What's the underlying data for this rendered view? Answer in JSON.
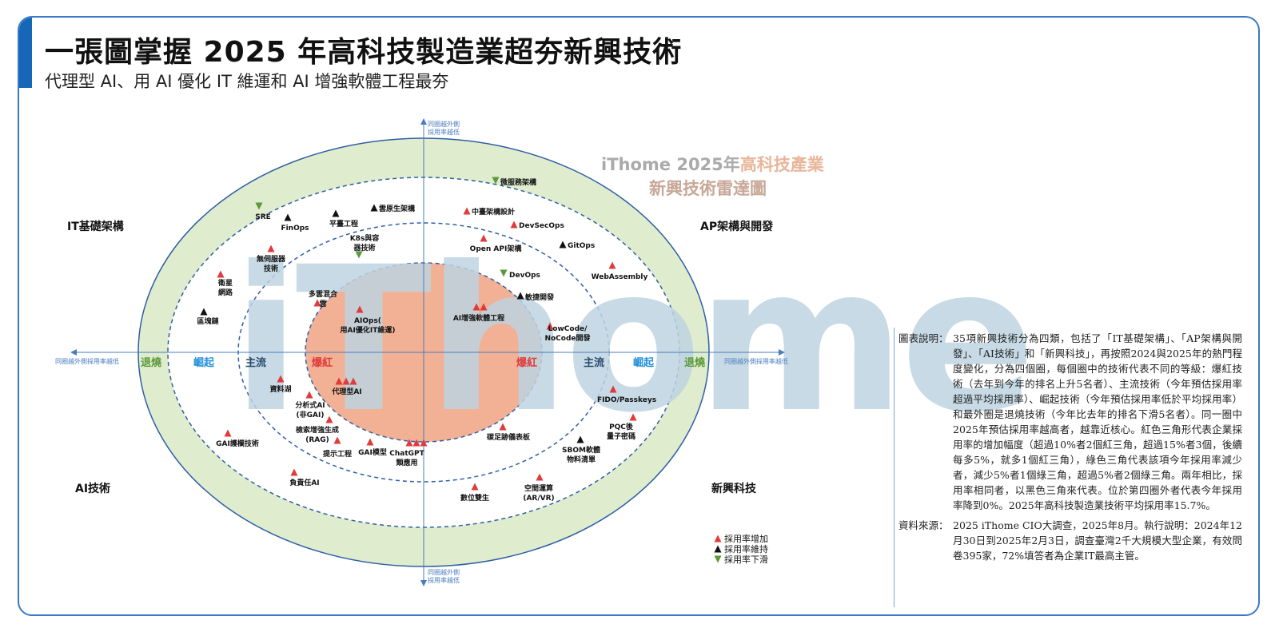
{
  "title": "一張圖掌握 2025 年高科技製造業超夯新興技術",
  "subtitle": "代理型 AI、用 AI 優化 IT 維運和 AI 增強軟體工程最夯",
  "radar": {
    "header_line1_a": "iThome 2025年",
    "header_line1_b": "高科技產業",
    "header_line2": "新興技術雷達圖",
    "watermark": "iThome",
    "quadrants": [
      "IT基礎架構",
      "AP架構與開發",
      "AI技術",
      "新興科技"
    ],
    "rings_left": [
      "退燒",
      "崛起",
      "主流",
      "爆紅"
    ],
    "rings_right": [
      "爆紅",
      "主流",
      "崛起",
      "退燒"
    ],
    "axis_top": [
      "同圈越外側",
      "採用率越低"
    ],
    "axis_bottom": [
      "同圈越外側",
      "採用率越低"
    ],
    "axis_left": "同圈越外側採用率越低",
    "axis_right": "同圈越外側採用率越低",
    "colors": {
      "up": "#e03a3a",
      "hold": "#111111",
      "down": "#5a9a3a",
      "core": "#f2b095",
      "outer_band": "#dfeccd",
      "watermark": "#c6d9e4"
    },
    "items": [
      {
        "name": "SRE",
        "trend": "down",
        "count": 1
      },
      {
        "name": "FinOps",
        "trend": "hold",
        "count": 1
      },
      {
        "name": "平臺工程",
        "trend": "hold",
        "count": 1
      },
      {
        "name": "雲原生架構",
        "trend": "hold",
        "count": 1
      },
      {
        "name": "K8s與容器技術",
        "trend": "down",
        "count": 1
      },
      {
        "name": "無伺服器技術",
        "trend": "up",
        "count": 1
      },
      {
        "name": "衛星網路",
        "trend": "up",
        "count": 1
      },
      {
        "name": "區塊鏈",
        "trend": "hold",
        "count": 1
      },
      {
        "name": "多雲混合雲",
        "trend": "up",
        "count": 1
      },
      {
        "name": "AIOps(用AI優化IT維運)",
        "trend": "up",
        "count": 1
      },
      {
        "name": "微服務架構",
        "trend": "down",
        "count": 1
      },
      {
        "name": "中臺架構設計",
        "trend": "up",
        "count": 1
      },
      {
        "name": "DevSecOps",
        "trend": "up",
        "count": 1
      },
      {
        "name": "GitOps",
        "trend": "hold",
        "count": 1
      },
      {
        "name": "Open API架構",
        "trend": "up",
        "count": 1
      },
      {
        "name": "DevOps",
        "trend": "down",
        "count": 1
      },
      {
        "name": "敏捷開發",
        "trend": "hold",
        "count": 1
      },
      {
        "name": "AI增強軟體工程",
        "trend": "up",
        "count": 2
      },
      {
        "name": "WebAssembly",
        "trend": "up",
        "count": 1
      },
      {
        "name": "LowCode/NoCode開發",
        "trend": "up",
        "count": 1
      },
      {
        "name": "資料湖",
        "trend": "up",
        "count": 1
      },
      {
        "name": "代理型AI",
        "trend": "up",
        "count": 3
      },
      {
        "name": "分析式AI(非GAI)",
        "trend": "up",
        "count": 1
      },
      {
        "name": "檢索增強生成(RAG)",
        "trend": "up",
        "count": 1
      },
      {
        "name": "GAI護欄技術",
        "trend": "up",
        "count": 1
      },
      {
        "name": "提示工程",
        "trend": "up",
        "count": 1
      },
      {
        "name": "GAI模型",
        "trend": "up",
        "count": 1
      },
      {
        "name": "ChatGPT類應用",
        "trend": "up",
        "count": 3
      },
      {
        "name": "負責任AI",
        "trend": "up",
        "count": 1
      },
      {
        "name": "FIDO/Passkeys",
        "trend": "up",
        "count": 1
      },
      {
        "name": "PQC後量子密碼",
        "trend": "up",
        "count": 1
      },
      {
        "name": "碳足跡儀表板",
        "trend": "up",
        "count": 1
      },
      {
        "name": "SBOM軟體物料清單",
        "trend": "hold",
        "count": 1
      },
      {
        "name": "空間運算(AR/VR)",
        "trend": "up",
        "count": 1
      },
      {
        "name": "數位雙生",
        "trend": "up",
        "count": 1
      }
    ],
    "legend": [
      {
        "label": "採用率增加",
        "trend": "up"
      },
      {
        "label": "採用率維持",
        "trend": "hold"
      },
      {
        "label": "採用率下滑",
        "trend": "down"
      }
    ]
  },
  "notes": {
    "desc_label": "圖表說明：",
    "desc_text": "35項新興技術分為四類，包括了「IT基礎架構」、「AP架構與開發」、「AI技術」和「新興科技」，再按照2024與2025年的熱門程度變化，分為四個圈，每個圈中的技術代表不同的等級：爆紅技術（去年到今年的排名上升5名者）、主流技術（今年預估採用率超過平均採用率）、崛起技術（今年預估採用率低於平均採用率）和最外圈是退燒技術（今年比去年的排名下滑5名者）。同一圈中2025年預估採用率越高者，越靠近核心。紅色三角形代表企業採用率的增加幅度（超過10%者2個紅三角，超過15%者3個，後續每多5%，就多1個紅三角），綠色三角代表該項今年採用率減少者，減少5%者1個綠三角，超過5%者2個綠三角。兩年相比，採用率相同者，以黑色三角來代表。位於第四圈外者代表今年採用率降到0%。2025年高科技製造業技術平均採用率15.7%。",
    "source_label": "資料來源：",
    "source_text": "2025 iThome CIO大調查，2025年8月。執行說明：2024年12月30日到2025年2月3日，調查臺灣2千大規模大型企業，有效問卷395家，72%填答者為企業IT最高主管。"
  }
}
